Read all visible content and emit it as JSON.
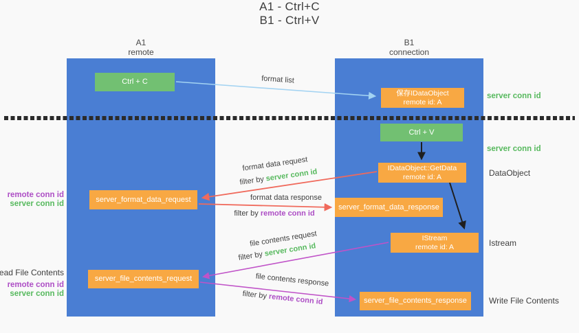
{
  "title": {
    "line1": "A1 - Ctrl+C",
    "line2": "B1 - Ctrl+V"
  },
  "lifelines": {
    "a1": {
      "name": "A1",
      "role": "remote"
    },
    "b1": {
      "name": "B1",
      "role": "connection"
    }
  },
  "nodes": {
    "ctrl_c": {
      "label": "Ctrl + C"
    },
    "save_idataobject": {
      "line1": "保存IDataObject",
      "line2": "remote id: A"
    },
    "ctrl_v": {
      "label": "Ctrl + V"
    },
    "idataobject_getdata": {
      "line1": "IDataObject::GetData",
      "line2": "remote id: A"
    },
    "server_format_data_request": {
      "label": "server_format_data_request"
    },
    "server_format_data_response": {
      "label": "server_format_data_response"
    },
    "istream": {
      "line1": "IStream",
      "line2": "remote id: A"
    },
    "server_file_contents_request": {
      "label": "server_file_contents_request"
    },
    "server_file_contents_response": {
      "label": "server_file_contents_response"
    }
  },
  "arrow_labels": {
    "format_list": "format list",
    "format_data_request": "format data request",
    "format_data_response": "format data response",
    "file_contents_request": "file contents request",
    "file_contents_response": "file contents response",
    "filter_by": "filter by ",
    "server_conn_id": "server conn id",
    "remote_conn_id": "remote conn id"
  },
  "side_labels": {
    "server_conn_id_top": "server conn id",
    "server_conn_id_mid": "server conn id",
    "dataobject": "DataObject",
    "istream": "Istream",
    "write_file_contents": "Write File Contents",
    "read_file_contents": "Read File Contents",
    "remote_conn_id": "remote conn id",
    "server_conn_id": "server conn id"
  },
  "colors": {
    "bg": "#f9f9f9",
    "column_blue": "#4a7ed3",
    "box_green": "#72c072",
    "box_orange": "#f8a843",
    "green_label": "#57b95e",
    "purple_label": "#ad4ec5",
    "arrow_blue": "#a3d3f2",
    "arrow_red": "#f06a5c",
    "arrow_magenta": "#c053c8",
    "arrow_black": "#1f1f1f",
    "text_dark": "#3d3d3d"
  }
}
